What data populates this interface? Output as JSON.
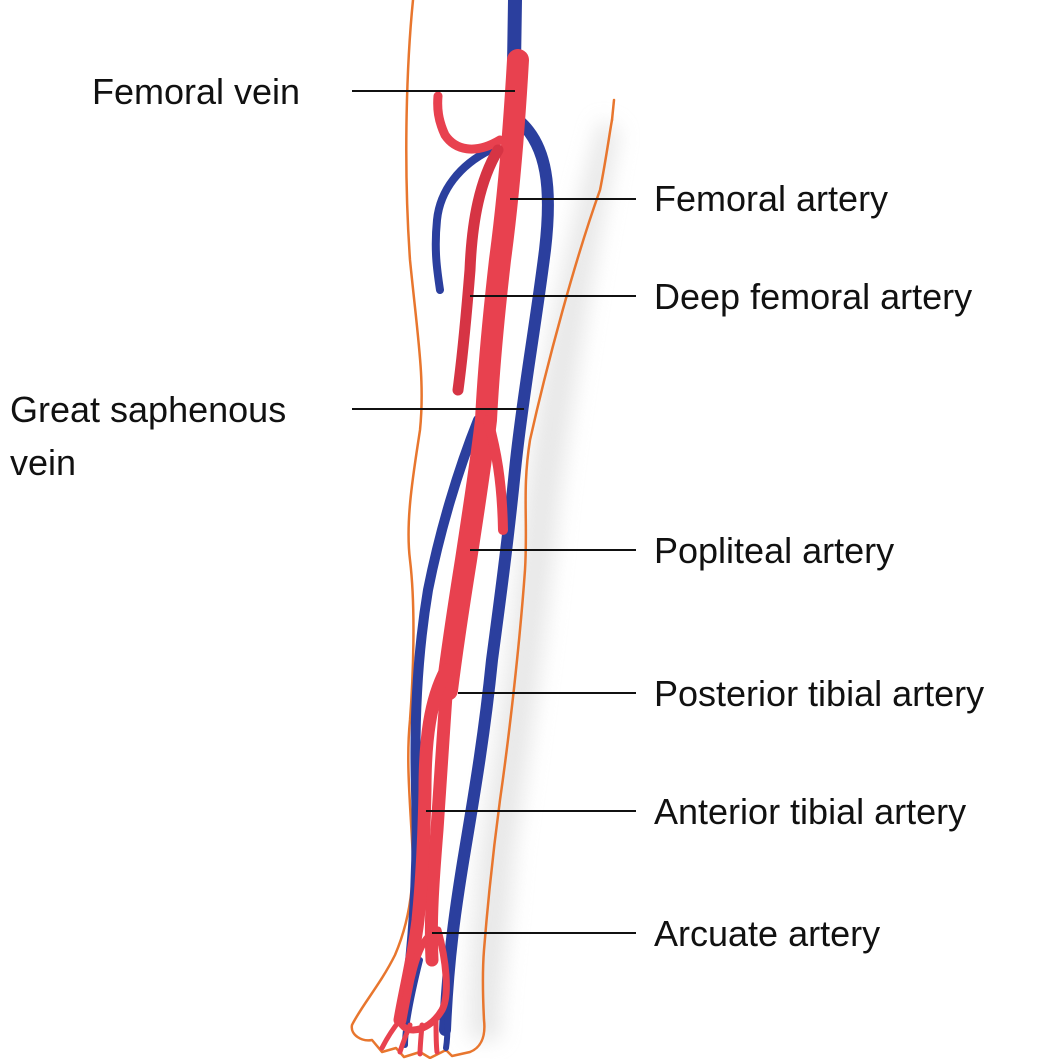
{
  "diagram": {
    "colors": {
      "artery": "#e8414f",
      "artery_dark": "#c62a3a",
      "vein": "#2b3f9e",
      "vein_dark": "#1e2c78",
      "outline": "#e8762e",
      "leader": "#111111"
    },
    "labels": {
      "femoral_vein": "Femoral vein",
      "femoral_artery": "Femoral artery",
      "deep_femoral_artery": "Deep femoral artery",
      "great_saphenous_vein_line1": "Great saphenous",
      "great_saphenous_vein_line2": "vein",
      "popliteal_artery": "Popliteal artery",
      "posterior_tibial_artery": "Posterior tibial artery",
      "anterior_tibial_artery": "Anterior tibial artery",
      "arcuate_artery": "Arcuate artery"
    }
  }
}
